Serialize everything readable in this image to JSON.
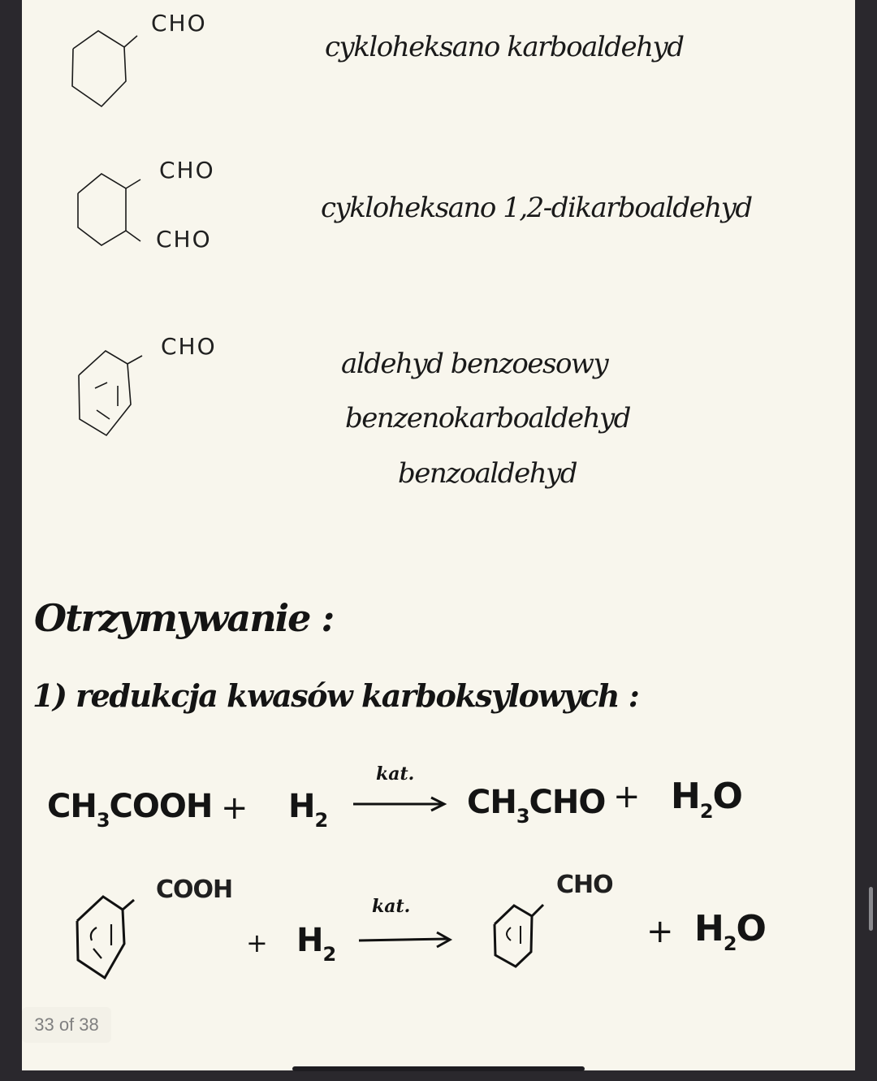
{
  "viewer": {
    "page_indicator": "33 of 38",
    "current_page": 33,
    "total_pages": 38,
    "background_color": "#2a282d",
    "paper_color": "#f8f6ed",
    "ink_color": "#141414"
  },
  "compounds": [
    {
      "structure": "cyclohexane-icon",
      "substituents": [
        "CHO"
      ],
      "names": [
        "cykloheksano karboaldehyd"
      ]
    },
    {
      "structure": "cyclohexane-icon",
      "substituents": [
        "CHO",
        "CHO"
      ],
      "names": [
        "cykloheksano 1,2-dikarboaldehyd"
      ]
    },
    {
      "structure": "benzene-icon",
      "substituents": [
        "CHO"
      ],
      "names": [
        "aldehyd benzoesowy",
        "benzenokarboaldehyd",
        "benzoaldehyd"
      ]
    }
  ],
  "section": {
    "heading": "Otrzymywanie :",
    "subheading": "1) redukcja kwasów karboksylowych :"
  },
  "reactions": [
    {
      "reactant1": {
        "main": "CH",
        "sub": "3",
        "rest": "COOH"
      },
      "plus1": "+",
      "reactant2": {
        "main": "H",
        "sub": "2"
      },
      "condition": "kat.",
      "product1": {
        "main": "CH",
        "sub": "3",
        "rest": "CHO"
      },
      "plus2": "+",
      "product2": {
        "main": "H",
        "sub": "2",
        "rest": "O"
      }
    },
    {
      "reactant1_group": "COOH",
      "plus1": "+",
      "reactant2": {
        "main": "H",
        "sub": "2"
      },
      "condition": "kat.",
      "product1_group": "CHO",
      "plus2": "+",
      "product2": {
        "main": "H",
        "sub": "2",
        "rest": "O"
      }
    }
  ]
}
